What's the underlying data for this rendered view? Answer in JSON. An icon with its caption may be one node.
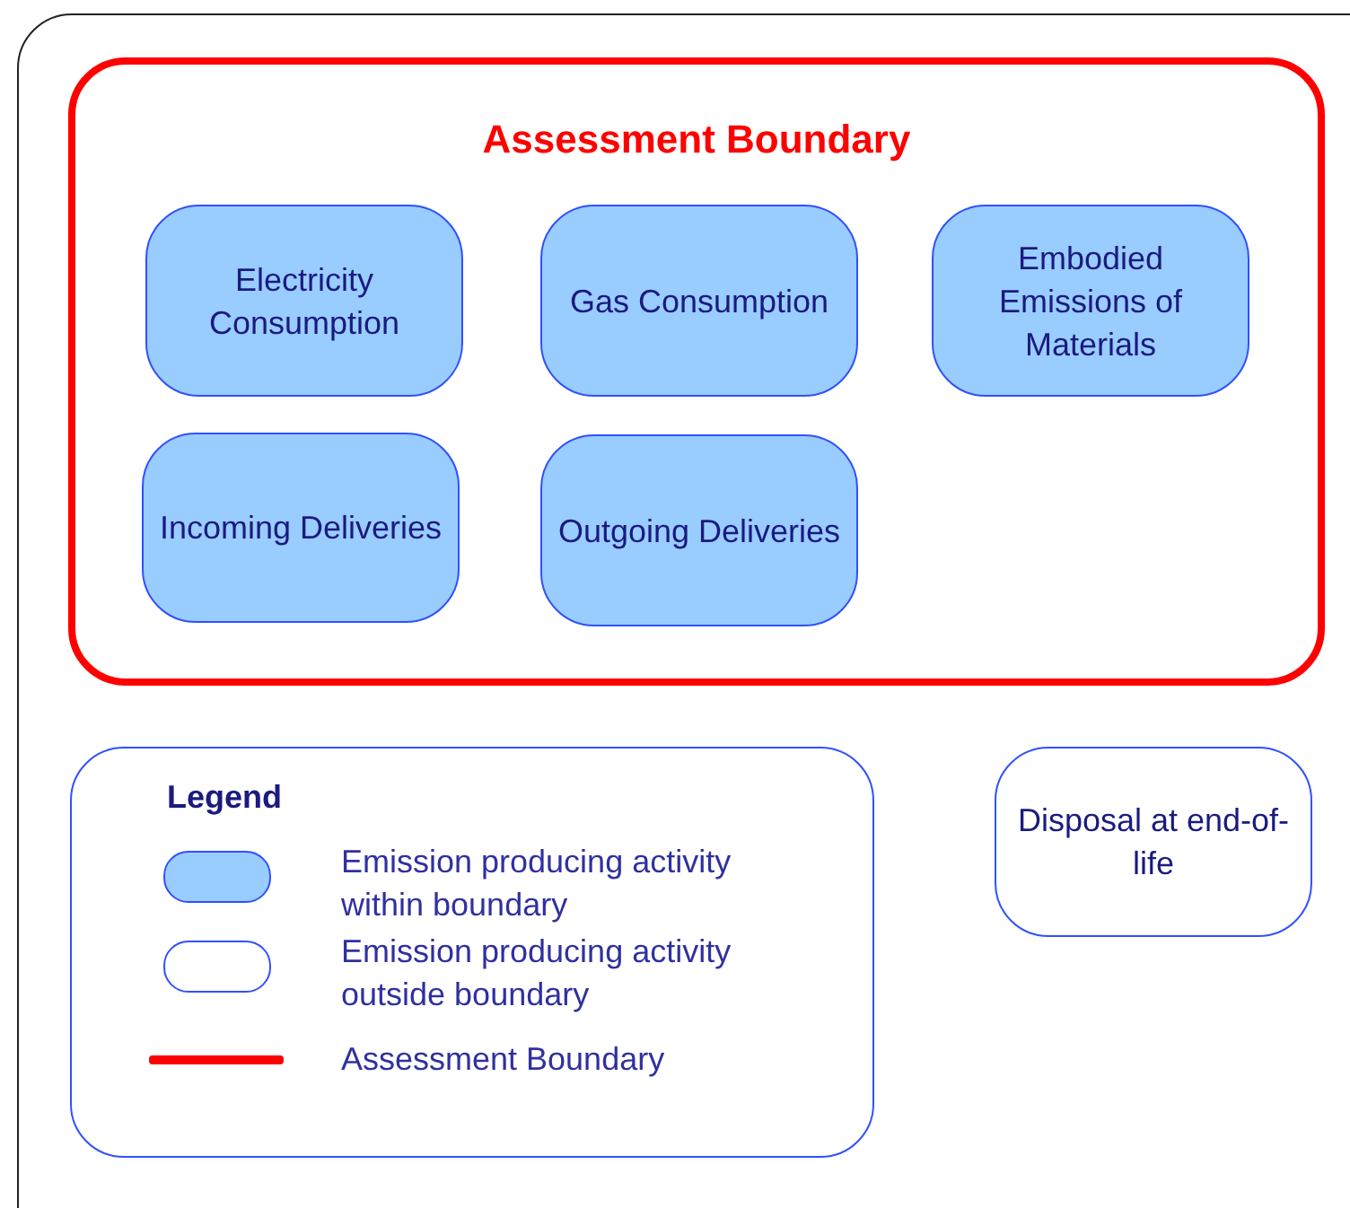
{
  "diagram": {
    "nodes": [
      {
        "text": [
          "Assessment Boundary"
        ]
      },
      {
        "text": [
          "Electricity Consumption"
        ],
        "in": 0
      },
      {
        "text": [
          "Gas Consumption"
        ],
        "in": 0
      },
      {
        "text": [
          "Embodied Emissions of Materials"
        ],
        "in": 0
      },
      {
        "text": [
          "Incoming Deliveries"
        ],
        "in": 0
      },
      {
        "text": [
          "Outgoing Deliveries"
        ],
        "in": 0
      },
      {
        "text": [
          "Disposal at end-of-life"
        ]
      }
    ],
    "labels": [
      "Legend"
    ],
    "legend": [
      {
        "text": "Emission producing activity within boundary",
        "color": "#99ccff"
      },
      {
        "text": "Emission producing activity outside boundary",
        "color": "#ffffff"
      },
      {
        "text": "Assessment Boundary"
      }
    ]
  }
}
